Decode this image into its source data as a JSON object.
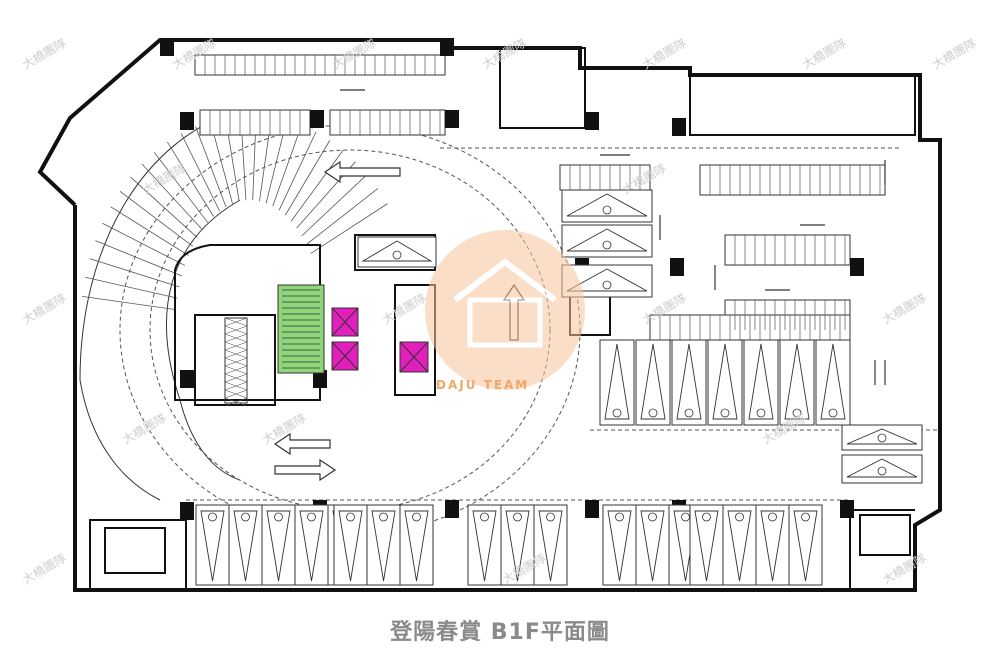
{
  "caption": "登陽春賞 B1F平面圖",
  "watermark": {
    "text": "大橋團隊"
  },
  "logo": {
    "text": "DAJU TEAM",
    "color": "#f2a45c"
  },
  "colors": {
    "wall": "#111111",
    "line": "#333333",
    "stair_highlight": "#8ed67a",
    "elevator": "#e21fbd",
    "caption": "#8a8a8a"
  }
}
